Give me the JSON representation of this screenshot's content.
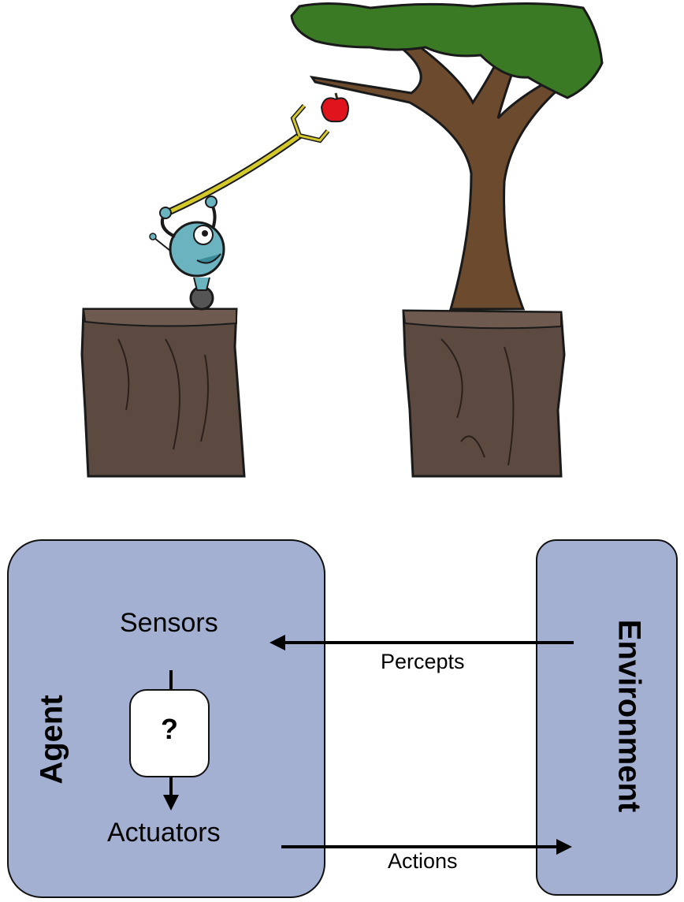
{
  "illustration": {
    "description_icons": [
      "robot-icon",
      "apple-icon",
      "tree-icon",
      "cliff-icon"
    ],
    "colors": {
      "leaves": "#3a7a25",
      "trunk": "#6b4a2e",
      "cliff": "#5c4a40",
      "robot": "#6ab3bf",
      "apple": "#e0141c",
      "arm": "#d4c92a"
    }
  },
  "diagram": {
    "agent_label": "Agent",
    "environment_label": "Environment",
    "sensors_label": "Sensors",
    "actuators_label": "Actuators",
    "unknown_label": "?",
    "percepts_label": "Percepts",
    "actions_label": "Actions",
    "colors": {
      "box_fill": "#a3b0d2",
      "stroke": "#111111"
    }
  }
}
